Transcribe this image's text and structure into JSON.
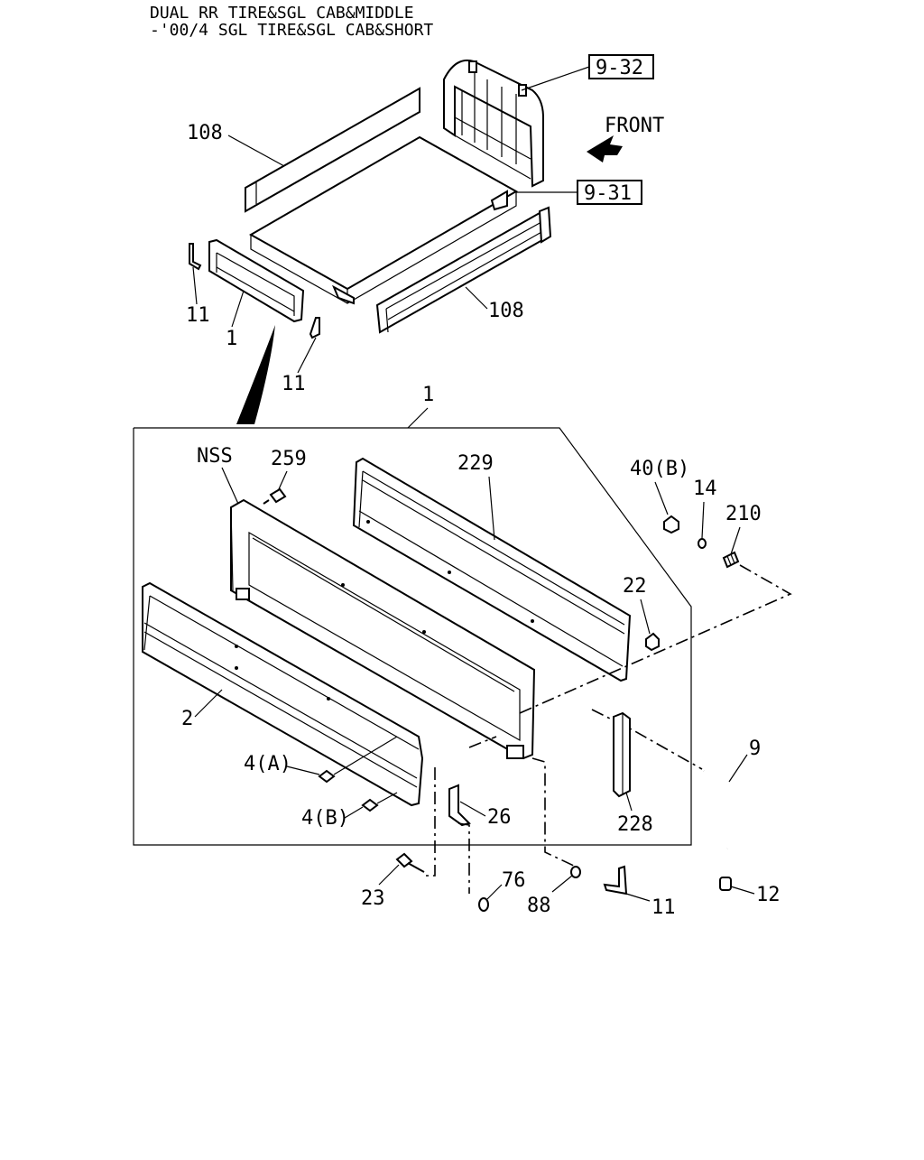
{
  "header": {
    "line1": "DUAL RR TIRE&SGL CAB&MIDDLE",
    "line2": "-'00/4 SGL TIRE&SGL CAB&SHORT"
  },
  "front_label": "FRONT",
  "boxed_refs": {
    "ref_9_32": "9-32",
    "ref_9_31": "9-31"
  },
  "labels": {
    "l108_top": "108",
    "l108_right": "108",
    "l11_left": "11",
    "l1_small": "1",
    "l11_mid": "11",
    "l1_group": "1",
    "nss": "NSS",
    "l259": "259",
    "l229": "229",
    "l40b": "40(B)",
    "l14": "14",
    "l210": "210",
    "l22": "22",
    "l2": "2",
    "l4a": "4(A)",
    "l4b": "4(B)",
    "l26": "26",
    "l228": "228",
    "l9": "9",
    "l23": "23",
    "l76": "76",
    "l88": "88",
    "l11_bottom": "11",
    "l12": "12"
  }
}
